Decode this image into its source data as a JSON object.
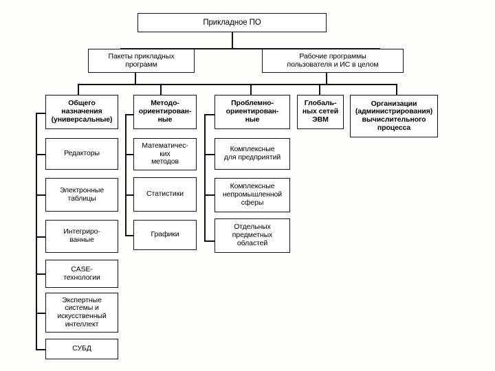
{
  "diagram": {
    "title_text": "Прикладное ПО",
    "language": "ru",
    "type": "hierarchy-tree",
    "levels": {
      "root": {
        "label": "Прикладное ПО"
      },
      "level2": [
        {
          "label": "Пакеты прикладных\nпрограмм"
        },
        {
          "label": "Рабочие программы\nпользователя и ИС в целом"
        }
      ],
      "level3": [
        {
          "label": "Общего\nназначения\n(универсальные)"
        },
        {
          "label": "Методо-\nориентирован-\nные"
        },
        {
          "label": "Проблемно-\nориентирован-\nные"
        },
        {
          "label": "Глобаль-\nных сетей\nЭВМ"
        },
        {
          "label": "Организации\n(администрирования)\nвычислительного\nпроцесса"
        }
      ],
      "column_general": [
        {
          "label": "Редакторы"
        },
        {
          "label": "Электронные\nтаблицы"
        },
        {
          "label": "Интегриро-\nванные"
        },
        {
          "label": "CASE-\nтехнологии"
        },
        {
          "label": "Экспертные\nсистемы и\nискусственный\nинтеллект"
        },
        {
          "label": "СУБД"
        }
      ],
      "column_method": [
        {
          "label": "Математичес-\nких\nметодов"
        },
        {
          "label": "Статистики"
        },
        {
          "label": "Графики"
        }
      ],
      "column_problem": [
        {
          "label": "Комплексные\nдля предприятий"
        },
        {
          "label": "Комплексные\nнепромышленной\nсферы"
        },
        {
          "label": "Отдельных\nпредметных\nобластей"
        }
      ]
    },
    "colors": {
      "stroke": "#111111",
      "box_fill": "#ffffff",
      "canvas": "#fdfdfb",
      "text": "#000000"
    }
  }
}
